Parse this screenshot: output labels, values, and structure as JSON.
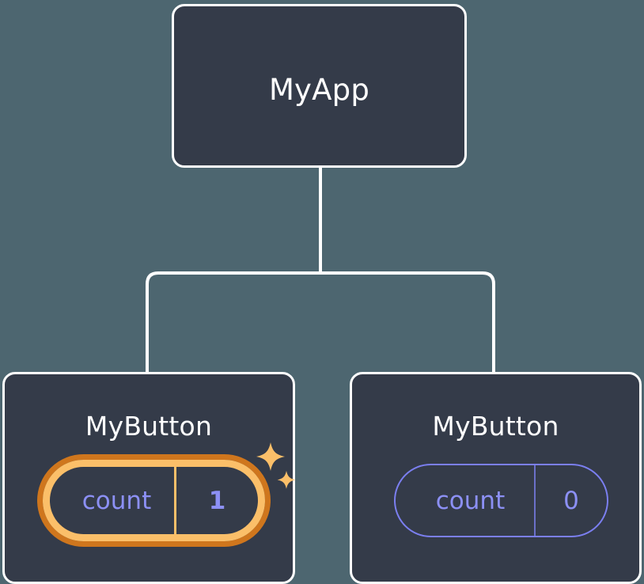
{
  "diagram": {
    "type": "component-tree",
    "description": "React-style component tree showing a parent MyApp with two MyButton children, each holding its own count state; the left child's state is highlighted as just-updated.",
    "theme": {
      "background": "#4d6670",
      "node_fill": "#343b49",
      "node_border": "#ffffff",
      "connector": "#ffffff",
      "state_text": "#8c90f5",
      "state_border": "#7b7ff0",
      "state_divider": "#6b70c9",
      "highlight_inner": "#fbbf69",
      "highlight_outer": "#cf761d",
      "sparkle": "#fbbf69"
    },
    "nodes": [
      {
        "id": "root",
        "label": "MyApp",
        "level": 0,
        "state": null,
        "highlighted": false
      },
      {
        "id": "child-left",
        "label": "MyButton",
        "level": 1,
        "state": {
          "key": "count",
          "value": "1"
        },
        "highlighted": true,
        "sparkles": 2
      },
      {
        "id": "child-right",
        "label": "MyButton",
        "level": 1,
        "state": {
          "key": "count",
          "value": "0"
        },
        "highlighted": false,
        "sparkles": 0
      }
    ],
    "edges": [
      {
        "from": "root",
        "to": "child-left"
      },
      {
        "from": "root",
        "to": "child-right"
      }
    ],
    "icons": {
      "sparkle_large": "sparkle-icon",
      "sparkle_small": "sparkle-icon"
    }
  }
}
